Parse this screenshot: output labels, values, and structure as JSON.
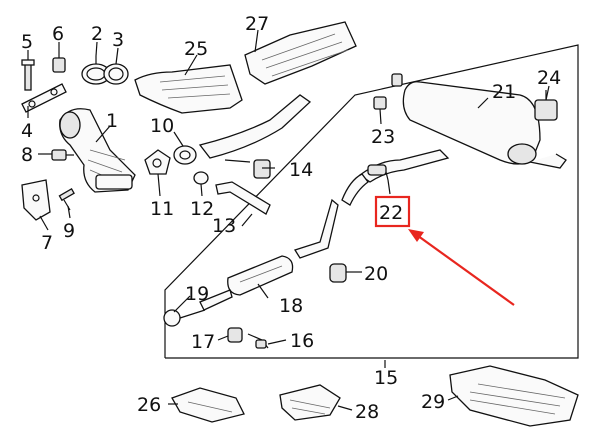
{
  "diagram": {
    "labels": {
      "p1": "1",
      "p2": "2",
      "p3": "3",
      "p4": "4",
      "p5": "5",
      "p6": "6",
      "p7": "7",
      "p8": "8",
      "p9": "9",
      "p10": "10",
      "p11": "11",
      "p12": "12",
      "p13": "13",
      "p14": "14",
      "p15": "15",
      "p16": "16",
      "p17": "17",
      "p18": "18",
      "p19": "19",
      "p20": "20",
      "p21": "21",
      "p22": "22",
      "p23": "23",
      "p24": "24",
      "p25": "25",
      "p26": "26",
      "p27": "27",
      "p28": "28",
      "p29": "29"
    },
    "colors": {
      "highlight": "#e8261f",
      "line": "#111111",
      "background": "#ffffff"
    },
    "highlighted_part": "22"
  }
}
